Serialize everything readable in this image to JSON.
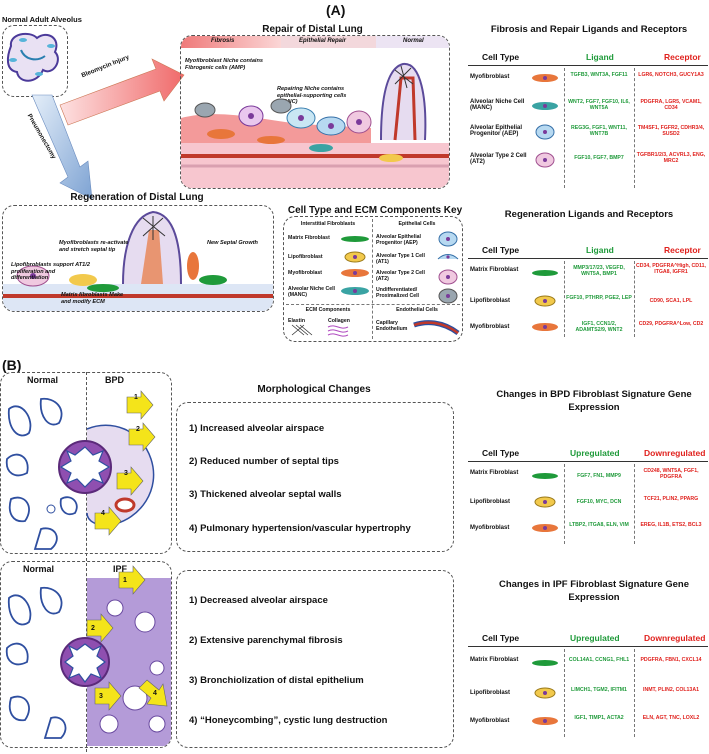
{
  "panel_a": {
    "letter": "(A)",
    "normal_alveolus": "Normal Adult Alveolus",
    "bleomycin": "Bleomycin Injury",
    "pneumonectomy": "Pneumonectomy",
    "repair_title": "Repair of Distal Lung",
    "repair_bands": [
      "Fibrosis",
      "Epithelial Repair",
      "Normal"
    ],
    "repair_note1": "Myofibroblast Niche contains Fibrogenic cells (AMP)",
    "repair_note2": "Repairing Niche contains epithelial-supporting cells (MANC)",
    "regen_title": "Regeneration of Distal Lung",
    "regen_note1": "Myofibroblasts re-activate and stretch septal tip",
    "regen_note2": "New Septal Growth",
    "regen_note3": "Lipofibroblasts support AT1/2 proliferation and differentiation",
    "regen_note4": "Matrix fibroblasts Make and modify ECM",
    "key_title": "Cell Type and ECM Components Key",
    "key_interstitial": "Interstitial Fibroblasts",
    "key_epithelial": "Epithelial Cells",
    "key_left": [
      "Matrix Fibroblast",
      "Lipofibroblast",
      "Myofibroblast",
      "Alveolar Niche Cell (MANC)"
    ],
    "key_right": [
      "Alveolar Epithelial Progenitor (AEP)",
      "Alveolar Type 1 Cell (AT1)",
      "Alveolar Type 2 Cell (AT2)",
      "Undifferentiated/ Proximalized Cell"
    ],
    "key_ecm": "ECM Components",
    "key_endo": "Endothelial Cells",
    "key_elastin": "Elastin",
    "key_collagen": "Collagen",
    "key_capillary": "Capillary Endothelium",
    "fib_title": "Fibrosis and Repair Ligands and Receptors",
    "fib_headers": [
      "Cell Type",
      "Ligand",
      "Receptor"
    ],
    "fib_rows": [
      {
        "cell": "Myofibroblast",
        "ligand": "TGFB3, WNT3A, FGF11",
        "receptor": "LGR6, NOTCH3, GUCY1A3"
      },
      {
        "cell": "Alveolar Niche Cell (MANC)",
        "ligand": "WNT2, FGF7, FGF10, IL6, WNT5A",
        "receptor": "PDGFRA, LGR5, VCAM1, CD34"
      },
      {
        "cell": "Alveolar Epithelial Progenitor (AEP)",
        "ligand": "REG3G, FGF1, WNT11, WNT7B",
        "receptor": "TM4SF1, FGFR2, CDHR3/4, SUSD2"
      },
      {
        "cell": "Alveolar Type 2 Cell (AT2)",
        "ligand": "FGF10, FGF7, BMP7",
        "receptor": "TGFBR1/2/3, ACVRL3, ENG, MRC2"
      }
    ],
    "regen_lr_title": "Regeneration Ligands and Receptors",
    "regen_headers": [
      "Cell Type",
      "Ligand",
      "Receptor"
    ],
    "regen_rows": [
      {
        "cell": "Matrix Fibroblast",
        "ligand": "MMP3/17/23, VEGFD, WNT5A, BMP1",
        "receptor": "CD34, PDGFRA^High, CD11, ITGA8, IGFR1"
      },
      {
        "cell": "Lipofibroblast",
        "ligand": "FGF10, PTHRP, PGE2, LEP",
        "receptor": "CD90, SCA1, LPL"
      },
      {
        "cell": "Myofibroblast",
        "ligand": "IGF1, CCN1/2, ADAMTS2/9, WNT2",
        "receptor": "CD29, PDGFRA^Low, CD2"
      }
    ]
  },
  "panel_b": {
    "letter": "(B)",
    "bpd_labels": [
      "Normal",
      "BPD"
    ],
    "ipf_labels": [
      "Normal",
      "IPF"
    ],
    "morph_title": "Morphological Changes",
    "bpd_changes": [
      "1) Increased alveolar airspace",
      "2) Reduced number of septal tips",
      "3) Thickened alveolar septal walls",
      "4) Pulmonary hypertension/vascular hypertrophy"
    ],
    "ipf_changes": [
      "1) Decreased alveolar airspace",
      "2) Extensive parenchymal fibrosis",
      "3) Bronchiolization of distal epithelium",
      "4) “Honeycombing”, cystic lung destruction"
    ],
    "arrow_nums": [
      "1",
      "2",
      "3",
      "4"
    ],
    "bpd_title": "Changes in BPD Fibroblast Signature Gene Expression",
    "bpd_headers": [
      "Cell Type",
      "Upregulated",
      "Downregulated"
    ],
    "bpd_rows": [
      {
        "cell": "Matrix Fibroblast",
        "up": "FGF7, FN1, MMP9",
        "down": "CD248, WNT5A, FGF1, PDGFRA"
      },
      {
        "cell": "Lipofibroblast",
        "up": "FGF10, MYC, DCN",
        "down": "TCF21, PLIN2, PPARG"
      },
      {
        "cell": "Myofibroblast",
        "up": "LTBP2, ITGA8, ELN, VIM",
        "down": "EREG, IL1B, ETS2, BCL3"
      }
    ],
    "ipf_title": "Changes in IPF Fibroblast Signature Gene Expression",
    "ipf_headers": [
      "Cell Type",
      "Upregulated",
      "Downregulated"
    ],
    "ipf_rows": [
      {
        "cell": "Matrix Fibroblast",
        "up": "COL14A1, CCNG1, FHL1",
        "down": "PDGFRA, FBN1, CXCL14"
      },
      {
        "cell": "Lipofibroblast",
        "up": "LIMCH1, TGM2, IFITM1",
        "down": "INMT, PLIN2, COL13A1"
      },
      {
        "cell": "Myofibroblast",
        "up": "IGF1, TIMP1, ACTA2",
        "down": "ELN, AGT, TNC, LOXL2"
      }
    ]
  },
  "colors": {
    "green": "#1f9a3a",
    "red": "#e0211d",
    "lavender": "#c9a8e0",
    "purple": "#7a3a9a",
    "yellow": "#f4e41a"
  }
}
